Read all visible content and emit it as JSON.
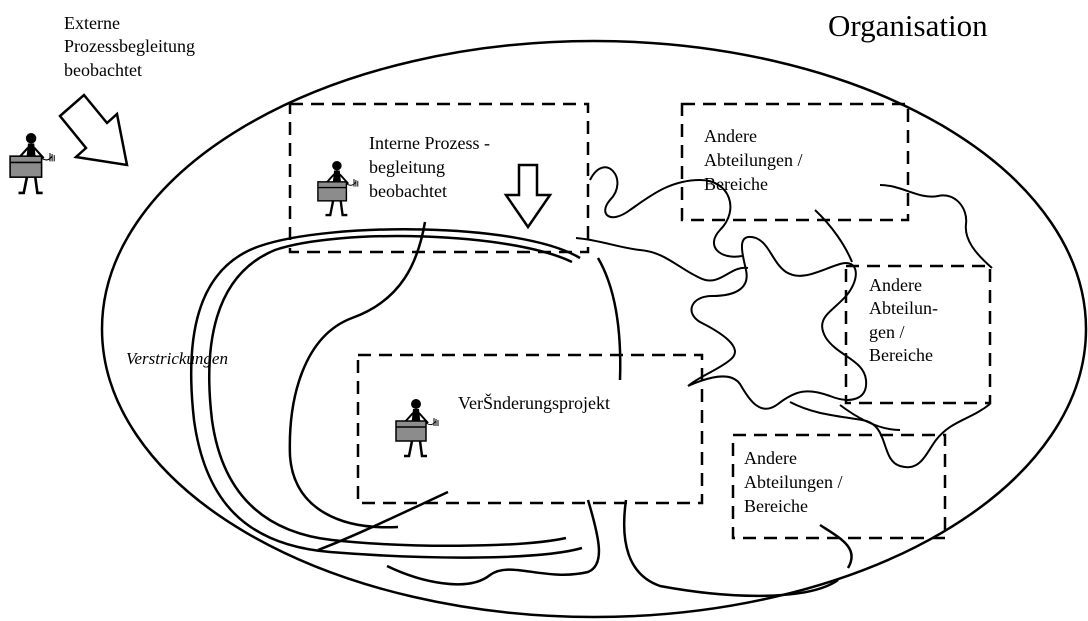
{
  "diagram": {
    "title": "Organisation",
    "external_label": "Externe\nProzessbegleitung\nbeobachtet",
    "internal_label": "Interne Prozess -\nbegleitung\nbeobachtet",
    "project_label": "VerŠnderungsprojekt",
    "entanglements_label": "Verstrickungen",
    "dept_a_label": "Andere\nAbteilungen /\nBereiche",
    "dept_b_label": "Andere\nAbteilun-\ngen /\nBereiche",
    "dept_c_label": "Andere\nAbteilungen /\nBereiche",
    "stroke_color": "#000000",
    "figure_fill": "#8c8c8c"
  }
}
